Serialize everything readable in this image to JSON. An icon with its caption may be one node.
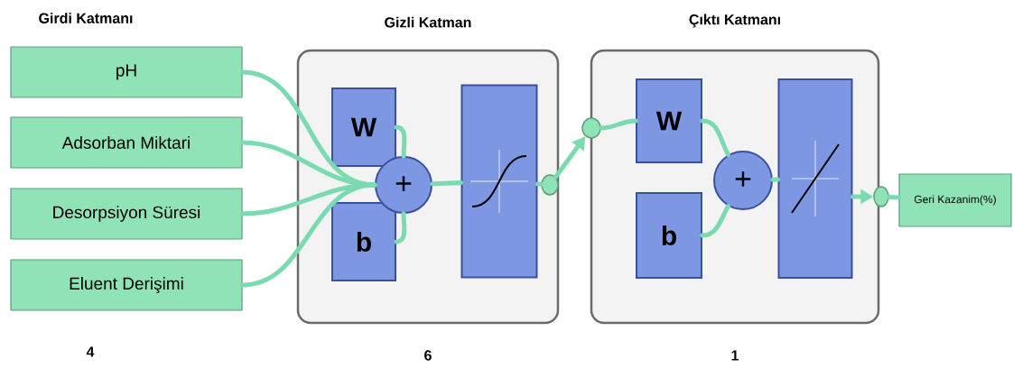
{
  "diagram": {
    "nodes": [
      {
        "text": [
          "pH"
        ]
      },
      {
        "text": [
          "Adsorban Miktari"
        ]
      },
      {
        "text": [
          "Desorpsiyon Süresi"
        ]
      },
      {
        "text": [
          "Eluent Derişimi"
        ]
      },
      {
        "text": [
          "Gizli Katman"
        ],
        "beside": [
          "6"
        ]
      },
      {
        "text": [
          "W"
        ],
        "in": 4
      },
      {
        "text": [
          "b"
        ],
        "in": 4
      },
      {
        "text": [
          "+"
        ],
        "in": 4
      },
      {
        "text": [],
        "shape": "box",
        "in": 4
      },
      {
        "text": [],
        "shape": "circle",
        "in": 4
      },
      {
        "text": [
          "Çıktı Katmanı"
        ],
        "beside": [
          "1"
        ]
      },
      {
        "text": [],
        "shape": "circle"
      },
      {
        "text": [
          "W"
        ],
        "in": 10
      },
      {
        "text": [
          "b"
        ],
        "in": 10
      },
      {
        "text": [
          "+"
        ],
        "in": 10
      },
      {
        "text": [],
        "shape": "box",
        "in": 10
      },
      {
        "text": [],
        "shape": "circle"
      },
      {
        "text": [
          "Geri Kazanim(%)"
        ]
      }
    ],
    "edges": [
      {
        "from": 0,
        "to": 7,
        "arrow": "none"
      },
      {
        "from": 1,
        "to": 7,
        "arrow": "none"
      },
      {
        "from": 2,
        "to": 7,
        "arrow": "none"
      },
      {
        "from": 3,
        "to": 7,
        "arrow": "none"
      },
      {
        "from": 5,
        "to": 7,
        "arrow": "none"
      },
      {
        "from": 6,
        "to": 7,
        "arrow": "none"
      },
      {
        "from": 7,
        "to": 8,
        "arrow": "none"
      },
      {
        "from": 8,
        "to": 9,
        "arrow": "none"
      },
      {
        "from": 9,
        "to": 11,
        "arrow": "to"
      },
      {
        "from": 11,
        "to": 12,
        "arrow": "none"
      },
      {
        "from": 12,
        "to": 14,
        "arrow": "none"
      },
      {
        "from": 13,
        "to": 14,
        "arrow": "none"
      },
      {
        "from": 14,
        "to": 15,
        "arrow": "none"
      },
      {
        "from": 15,
        "to": 16,
        "arrow": "to"
      },
      {
        "from": 16,
        "to": 17,
        "arrow": "none"
      }
    ],
    "labels": [
      "Girdi Katmanı",
      "4"
    ]
  }
}
